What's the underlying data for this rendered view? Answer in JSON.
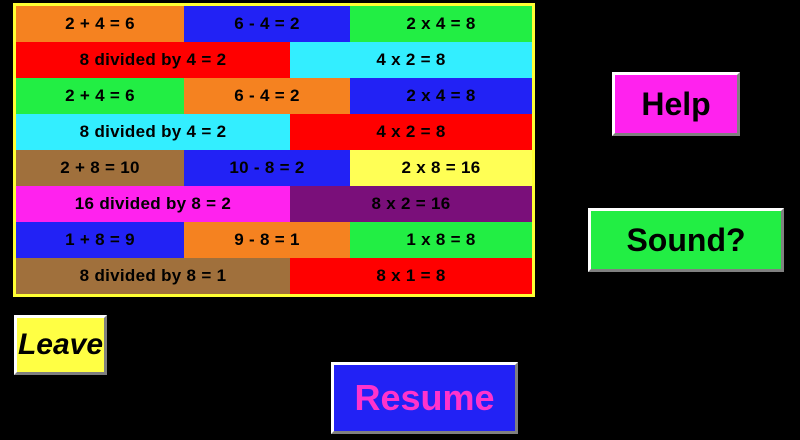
{
  "table": {
    "border_color": "#ffff33",
    "rows": [
      {
        "layout": "row-3",
        "cells": [
          {
            "text": "2 + 4 = 6",
            "bg": "#f58220"
          },
          {
            "text": "6 - 4 = 2",
            "bg": "#2222f5"
          },
          {
            "text": "2 x 4 = 8",
            "bg": "#22ee44"
          }
        ]
      },
      {
        "layout": "row-2",
        "cells": [
          {
            "text": "8 divided by 4 = 2",
            "bg": "#ff0000"
          },
          {
            "text": "4 x 2 = 8",
            "bg": "#33eeff"
          }
        ]
      },
      {
        "layout": "row-3",
        "cells": [
          {
            "text": "2 + 4 = 6",
            "bg": "#22ee44"
          },
          {
            "text": "6 - 4 = 2",
            "bg": "#f58220"
          },
          {
            "text": "2 x 4 = 8",
            "bg": "#2222f5"
          }
        ]
      },
      {
        "layout": "row-2",
        "cells": [
          {
            "text": "8 divided by 4 = 2",
            "bg": "#33eeff"
          },
          {
            "text": "4 x 2 = 8",
            "bg": "#ff0000"
          }
        ]
      },
      {
        "layout": "row-3",
        "cells": [
          {
            "text": "2 + 8 = 10",
            "bg": "#a0703c"
          },
          {
            "text": "10 - 8 = 2",
            "bg": "#2222f5"
          },
          {
            "text": "2 x 8 = 16",
            "bg": "#ffff55"
          }
        ]
      },
      {
        "layout": "row-2",
        "cells": [
          {
            "text": "16 divided by 8 = 2",
            "bg": "#ff22ee"
          },
          {
            "text": "8 x 2 = 16",
            "bg": "#7a0f7a"
          }
        ]
      },
      {
        "layout": "row-3",
        "cells": [
          {
            "text": "1 + 8 = 9",
            "bg": "#2222f5"
          },
          {
            "text": "9 - 8 = 1",
            "bg": "#f58220"
          },
          {
            "text": "1 x 8 = 8",
            "bg": "#22ee44"
          }
        ]
      },
      {
        "layout": "row-2",
        "cells": [
          {
            "text": "8 divided by 8 = 1",
            "bg": "#a0703c"
          },
          {
            "text": "8 x 1 = 8",
            "bg": "#ff0000"
          }
        ]
      }
    ]
  },
  "buttons": {
    "help": {
      "label": "Help",
      "bg": "#ff22ee",
      "fg": "#000000"
    },
    "sound": {
      "label": "Sound?",
      "bg": "#22ee44",
      "fg": "#000000"
    },
    "leave": {
      "label": "Leave",
      "bg": "#ffff44",
      "fg": "#000000"
    },
    "resume": {
      "label": "Resume",
      "bg": "#2222f5",
      "fg": "#ff33cc"
    }
  }
}
